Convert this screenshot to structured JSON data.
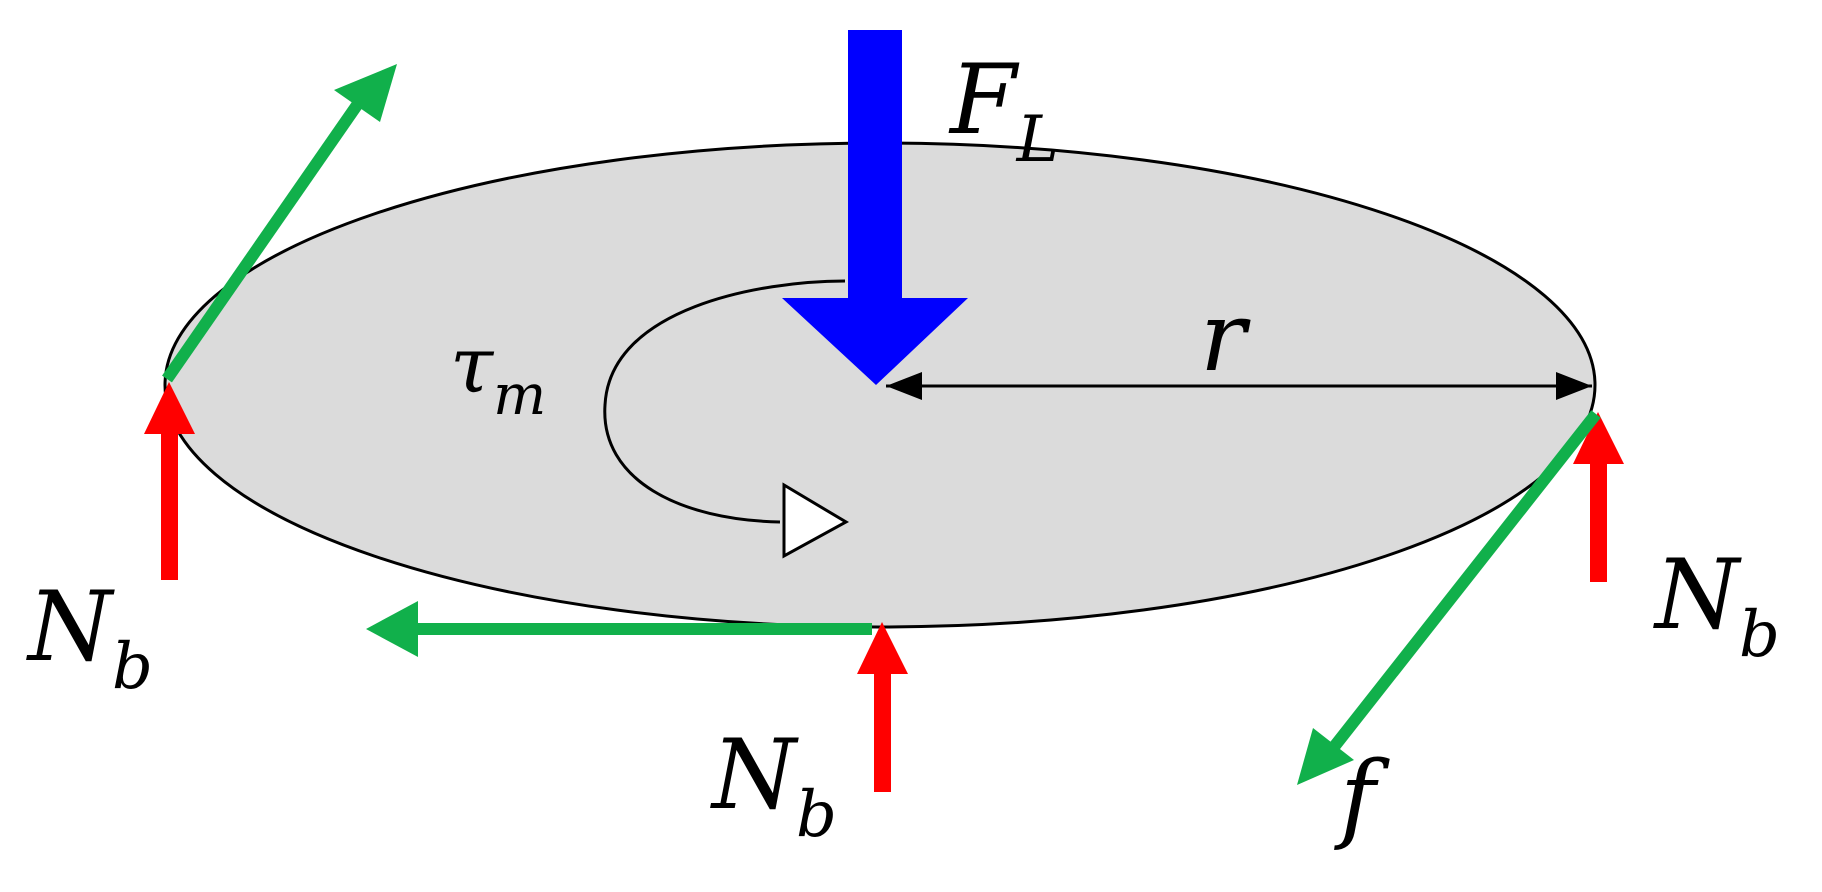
{
  "labels": {
    "load_force": {
      "main": "F",
      "sub": "L"
    },
    "torque": {
      "main": "τ",
      "sub": "m"
    },
    "radius": "r",
    "normal_force": {
      "main": "N",
      "sub": "b"
    },
    "friction": "f"
  },
  "colors": {
    "disk_fill": "#dbdbdb",
    "disk_stroke": "#000000",
    "load_arrow": "#0000ff",
    "normal_arrow": "#ff0000",
    "friction_arrow": "#11b04b",
    "torque_arrow": "#000000"
  }
}
